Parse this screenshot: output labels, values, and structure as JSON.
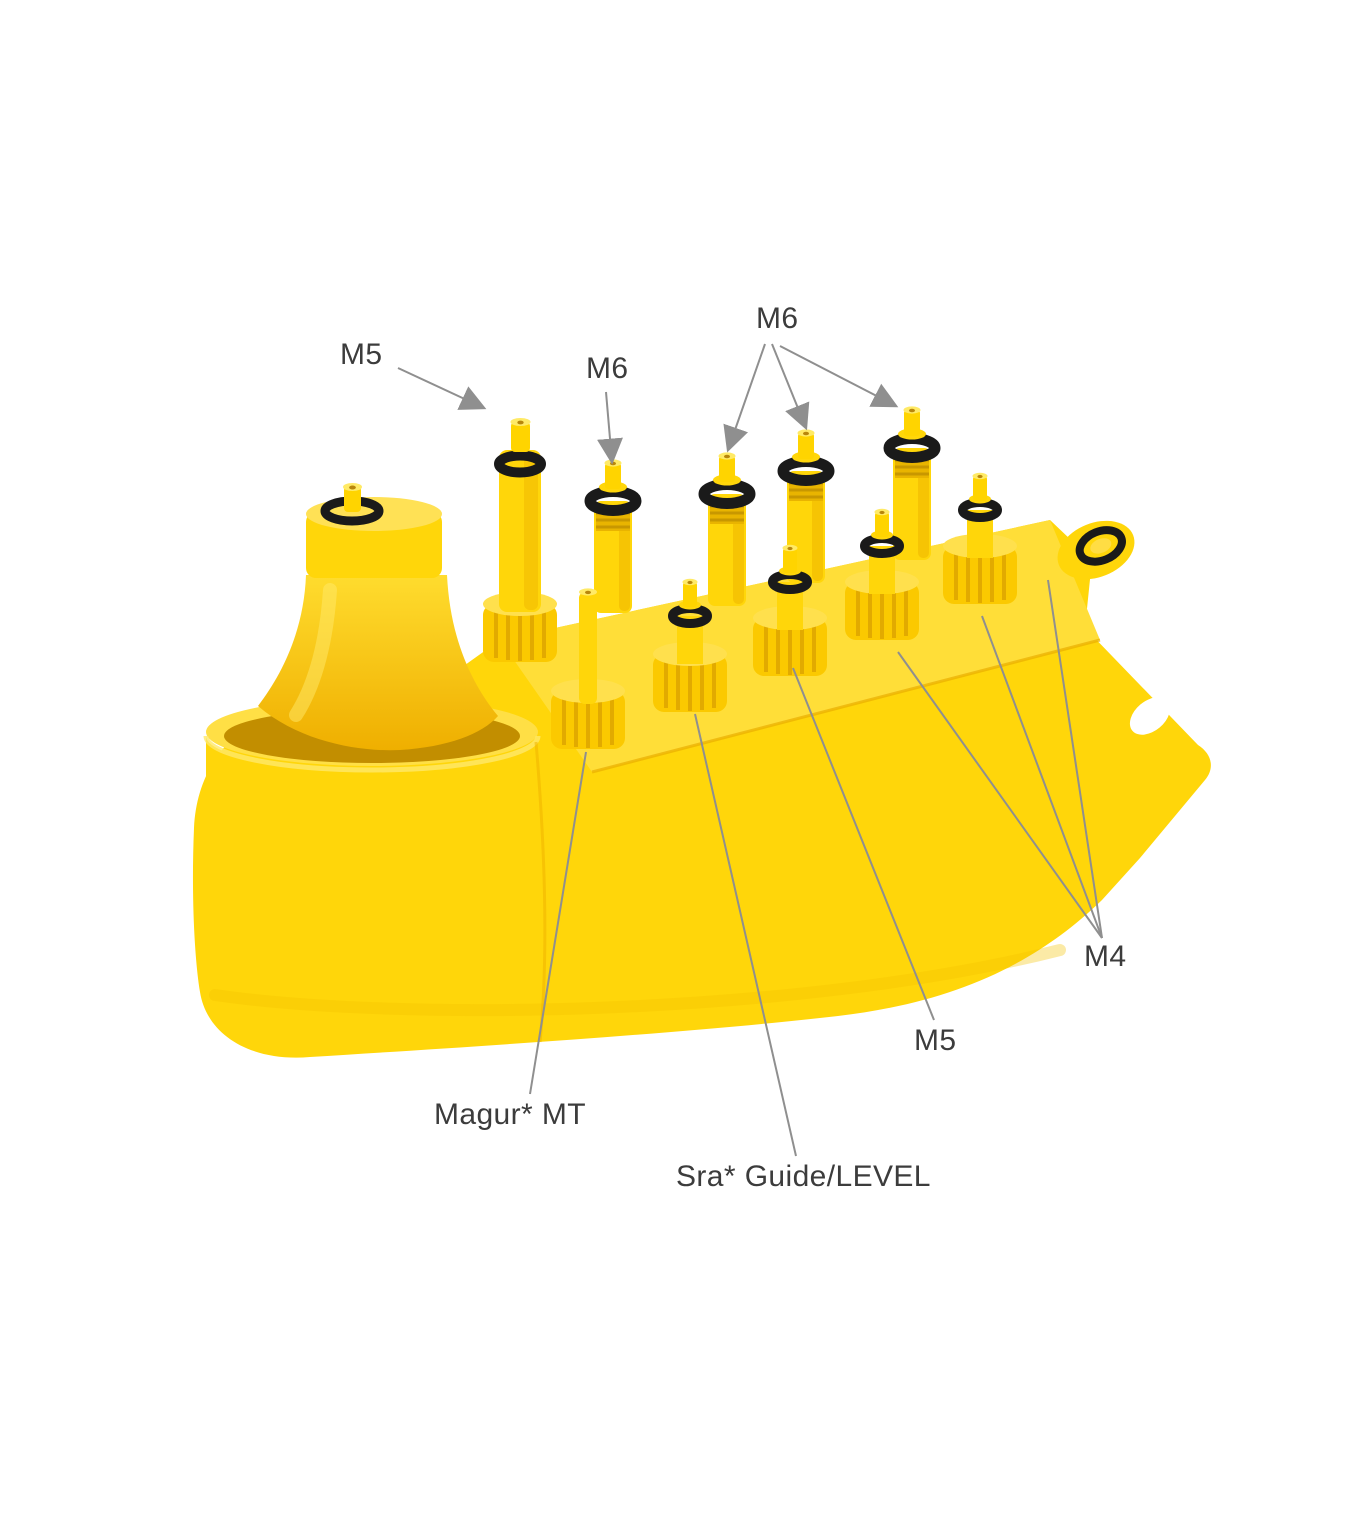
{
  "scene": {
    "background": "#FFFFFF",
    "subject": "yellow-bleed-block-adapter-kit-photo"
  },
  "colors": {
    "body_yellow": "#FFD60A",
    "deck_yellow": "#FFDE38",
    "shade_yellow": "#EFAF00",
    "oring_black": "#1A1A1A",
    "annotation_gray": "#8F8F8F",
    "label_text": "#3C3C3C"
  },
  "annotations": {
    "m5_top": "M5",
    "m6_back": "M6",
    "m6_group": "M6",
    "m4_group": "M4",
    "m5_front": "M5",
    "magura": "Magur* MT",
    "sram": "Sra* Guide/LEVEL"
  }
}
